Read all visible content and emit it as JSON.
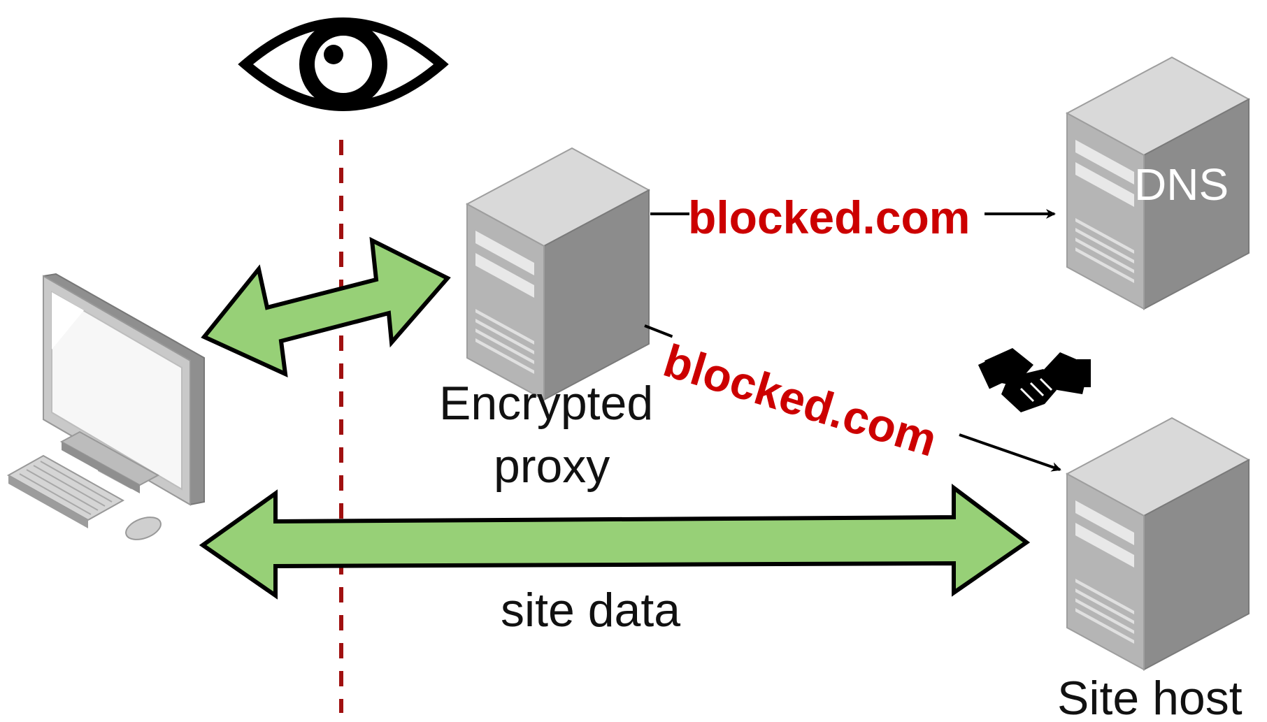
{
  "labels": {
    "proxy_line1": "Encrypted",
    "proxy_line2": "proxy",
    "site_data": "site data",
    "site_host": "Site host",
    "dns": "DNS",
    "dns_query": "blocked.com",
    "sni_query": "blocked.com"
  },
  "icons": {
    "observer": "eye-icon",
    "client": "desktop-computer-icon",
    "proxy": "server-icon",
    "dns": "server-icon",
    "site_host": "server-icon",
    "tls": "handshake-icon"
  },
  "colors": {
    "arrow_fill": "#97d077",
    "blocked_text": "#cc0000",
    "observer_line": "#a01010",
    "server_side": "#8c8c8c",
    "server_front": "#b5b5b5"
  }
}
